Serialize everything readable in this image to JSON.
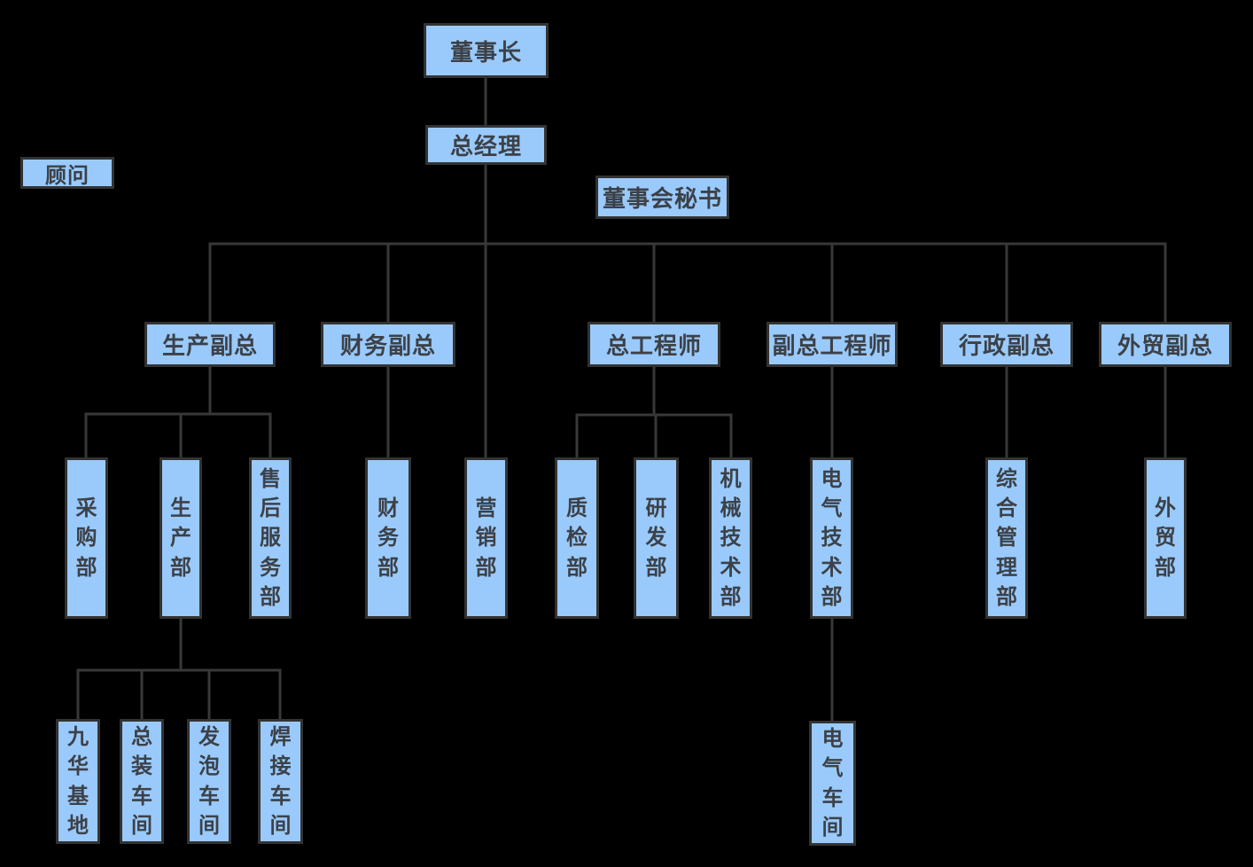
{
  "diagram_type": "org-chart",
  "colors": {
    "background": "#000000",
    "node_fill": "#9ACAFB",
    "node_border": "#333333",
    "node_text": "#3C4148",
    "connector_line": "#383838"
  },
  "nodes": {
    "chairman": {
      "label": "董事长"
    },
    "advisor": {
      "label": "顾问"
    },
    "general_manager": {
      "label": "总经理"
    },
    "board_secretary": {
      "label": "董事会秘书"
    },
    "production_vp": {
      "label": "生产副总"
    },
    "finance_vp": {
      "label": "财务副总"
    },
    "chief_engineer": {
      "label": "总工程师"
    },
    "deputy_chief_engineer": {
      "label": "副总工程师"
    },
    "admin_vp": {
      "label": "行政副总"
    },
    "foreign_trade_vp": {
      "label": "外贸副总"
    },
    "purchasing_dept": {
      "label": "采购部"
    },
    "production_dept": {
      "label": "生产部"
    },
    "after_sales_dept": {
      "label": "售后服务部"
    },
    "finance_dept": {
      "label": "财务部"
    },
    "marketing_dept": {
      "label": "营销部"
    },
    "qc_dept": {
      "label": "质检部"
    },
    "rd_dept": {
      "label": "研发部"
    },
    "mechanical_tech_dept": {
      "label": "机械技术部"
    },
    "electrical_tech_dept": {
      "label": "电气技术部"
    },
    "general_management_dept": {
      "label": "综合管理部"
    },
    "foreign_trade_dept": {
      "label": "外贸部"
    },
    "jiuhua_base": {
      "label": "九华基地"
    },
    "assembly_workshop": {
      "label": "总装车间"
    },
    "foaming_workshop": {
      "label": "发泡车间"
    },
    "welding_workshop": {
      "label": "焊接车间"
    },
    "electrical_workshop": {
      "label": "电气车间"
    }
  },
  "hierarchy": {
    "edges": [
      [
        "chairman",
        "general_manager"
      ],
      [
        "general_manager",
        "production_vp"
      ],
      [
        "general_manager",
        "finance_vp"
      ],
      [
        "general_manager",
        "marketing_dept"
      ],
      [
        "general_manager",
        "chief_engineer"
      ],
      [
        "general_manager",
        "deputy_chief_engineer"
      ],
      [
        "general_manager",
        "admin_vp"
      ],
      [
        "general_manager",
        "foreign_trade_vp"
      ],
      [
        "production_vp",
        "purchasing_dept"
      ],
      [
        "production_vp",
        "production_dept"
      ],
      [
        "production_vp",
        "after_sales_dept"
      ],
      [
        "finance_vp",
        "finance_dept"
      ],
      [
        "chief_engineer",
        "qc_dept"
      ],
      [
        "chief_engineer",
        "rd_dept"
      ],
      [
        "chief_engineer",
        "mechanical_tech_dept"
      ],
      [
        "deputy_chief_engineer",
        "electrical_tech_dept"
      ],
      [
        "electrical_tech_dept",
        "electrical_workshop"
      ],
      [
        "admin_vp",
        "general_management_dept"
      ],
      [
        "foreign_trade_vp",
        "foreign_trade_dept"
      ],
      [
        "production_dept",
        "jiuhua_base"
      ],
      [
        "production_dept",
        "assembly_workshop"
      ],
      [
        "production_dept",
        "foaming_workshop"
      ],
      [
        "production_dept",
        "welding_workshop"
      ]
    ],
    "unconnected_nodes": [
      "advisor",
      "board_secretary"
    ]
  }
}
